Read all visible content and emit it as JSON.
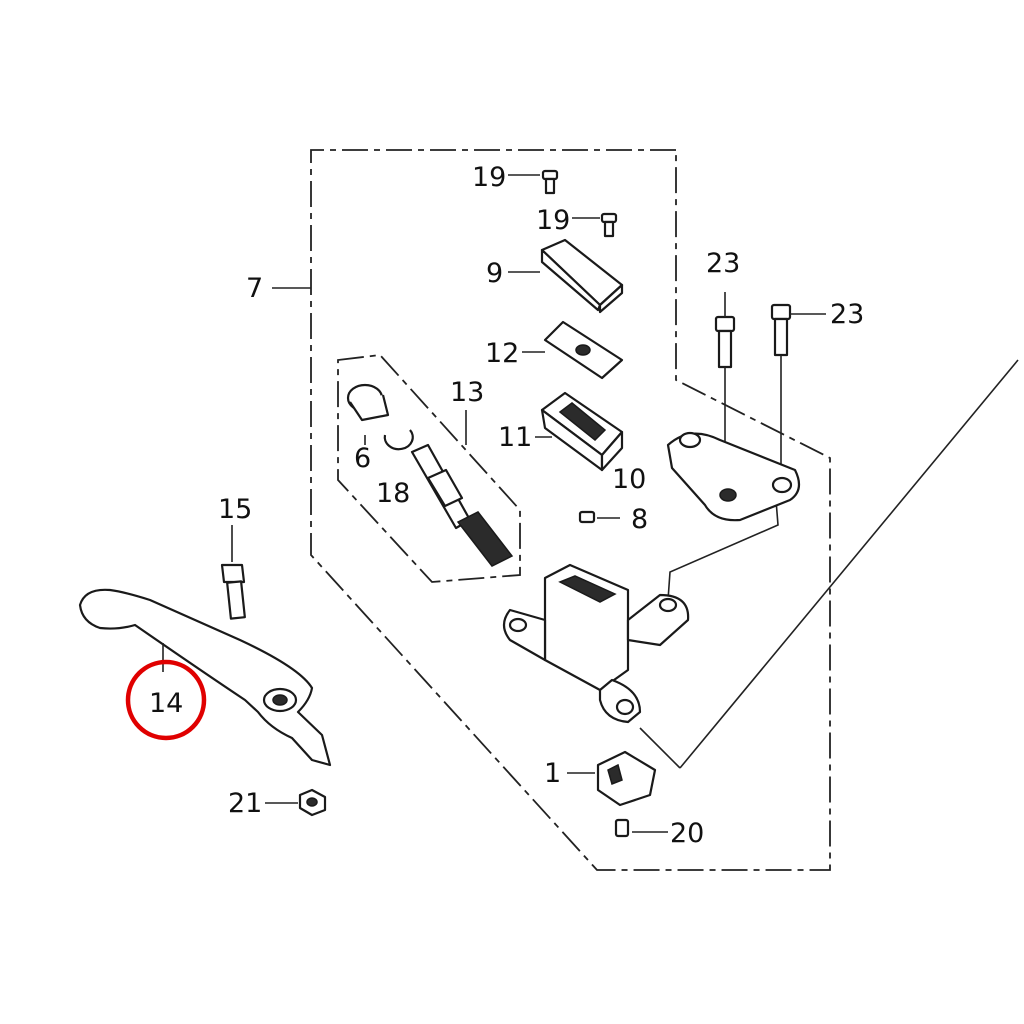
{
  "callouts": {
    "c19a": "19",
    "c19b": "19",
    "c9": "9",
    "c7": "7",
    "c23a": "23",
    "c23b": "23",
    "c12": "12",
    "c13": "13",
    "c11": "11",
    "c6": "6",
    "c18": "18",
    "c10": "10",
    "c15": "15",
    "c8": "8",
    "c14": "14",
    "c1": "1",
    "c21": "21",
    "c20": "20"
  },
  "highlight": {
    "part": "14",
    "color": "#e00000"
  }
}
